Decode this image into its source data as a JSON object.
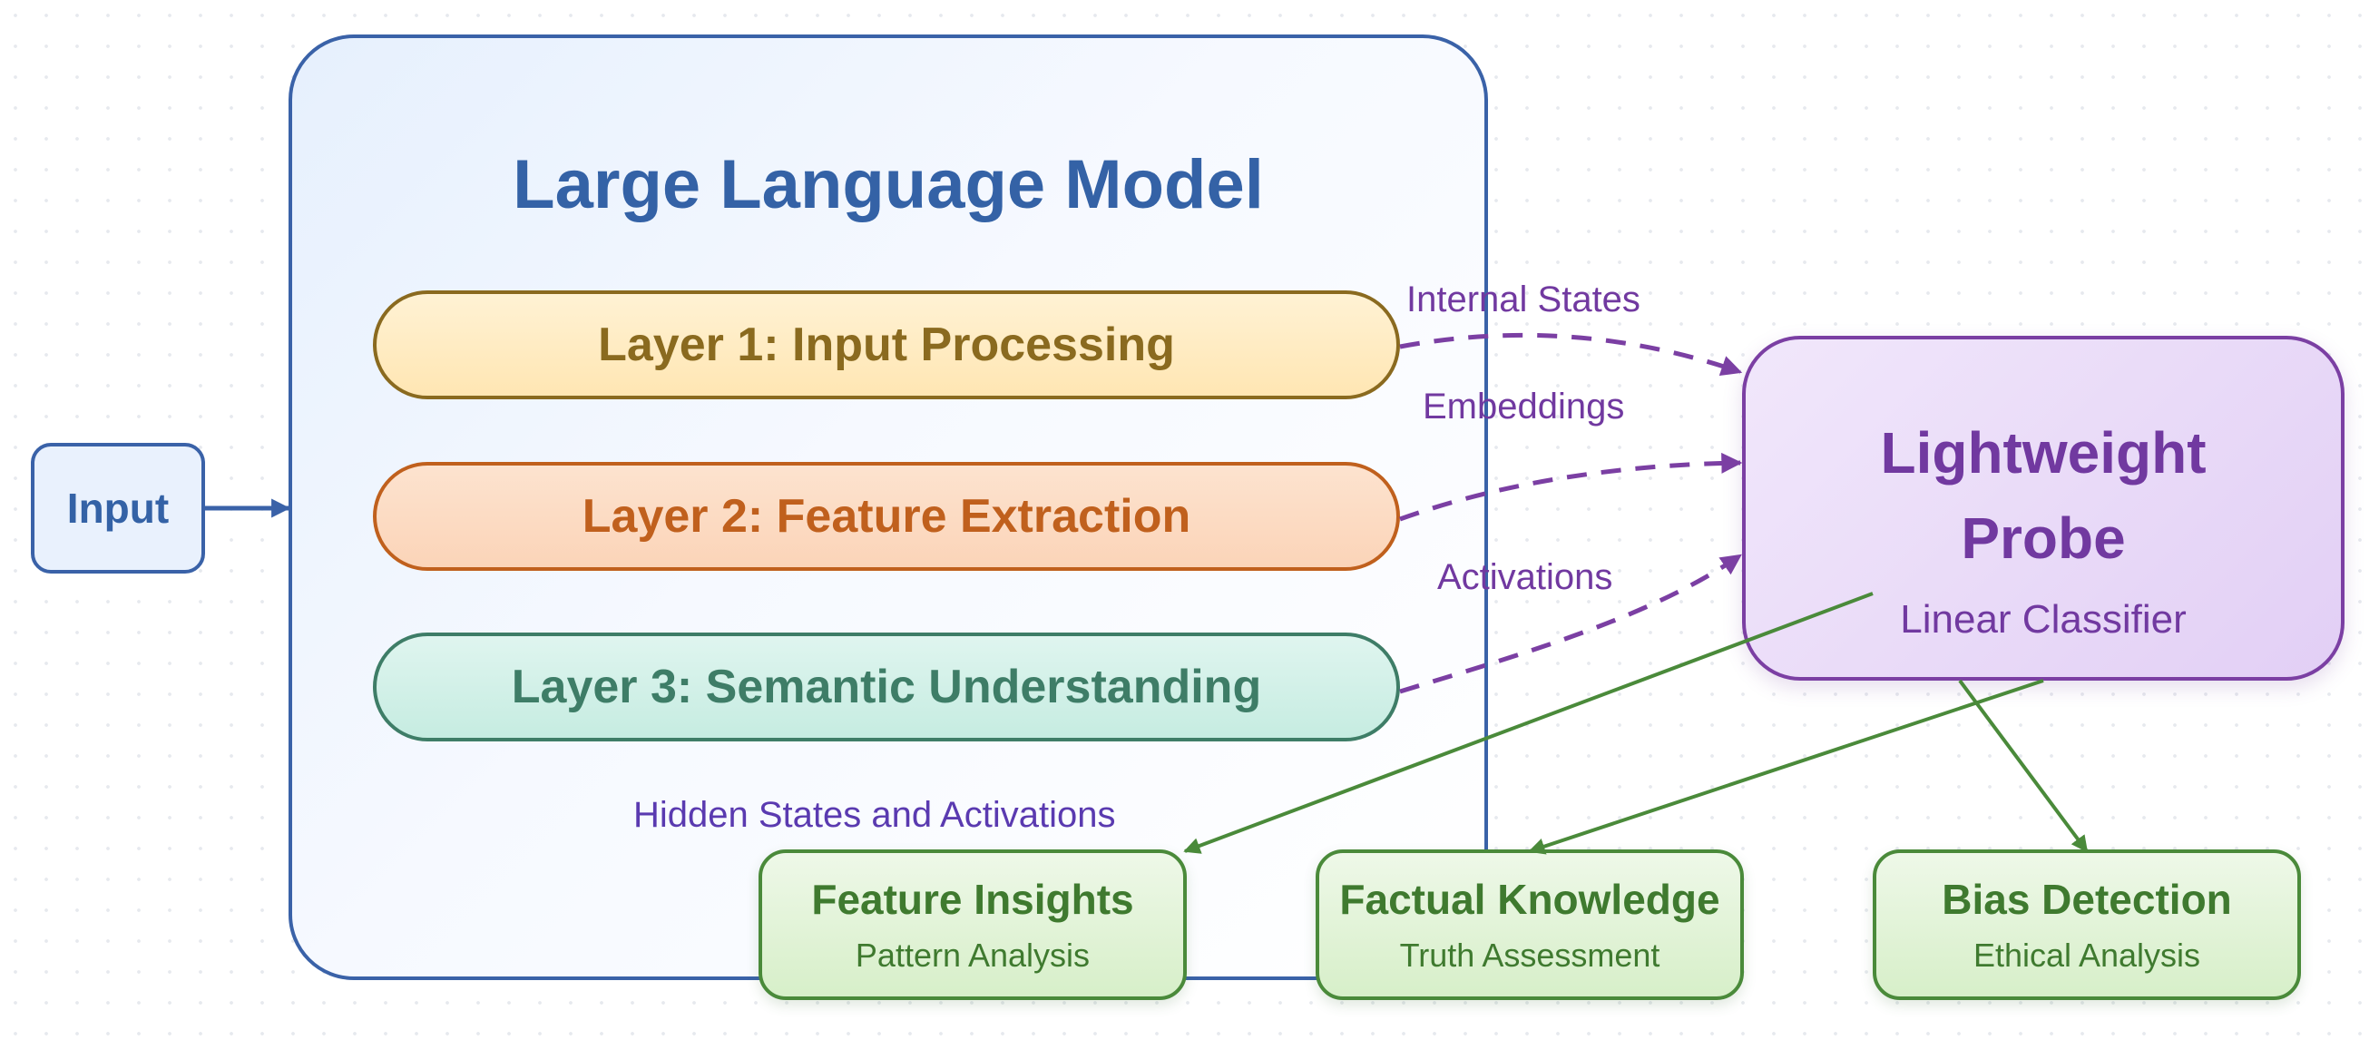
{
  "diagram": {
    "input": {
      "label": "Input"
    },
    "llm": {
      "title": "Large Language Model",
      "layers": [
        {
          "label": "Layer 1: Input Processing",
          "color": "#8a6a1f"
        },
        {
          "label": "Layer 2: Feature Extraction",
          "color": "#c0601d"
        },
        {
          "label": "Layer 3: Semantic Understanding",
          "color": "#3e7d67"
        }
      ],
      "hidden_label": "Hidden States and Activations"
    },
    "connections": {
      "internal_states": "Internal States",
      "embeddings": "Embeddings",
      "activations": "Activations"
    },
    "probe": {
      "title_line1": "Lightweight",
      "title_line2": "Probe",
      "subtitle": "Linear Classifier"
    },
    "outcomes": [
      {
        "title": "Feature Insights",
        "subtitle": "Pattern Analysis"
      },
      {
        "title": "Factual Knowledge",
        "subtitle": "Truth Assessment"
      },
      {
        "title": "Bias Detection",
        "subtitle": "Ethical Analysis"
      }
    ],
    "colors": {
      "llm": "#3a62a8",
      "probe": "#7b3fa3",
      "outcome": "#4a8a3a"
    }
  }
}
